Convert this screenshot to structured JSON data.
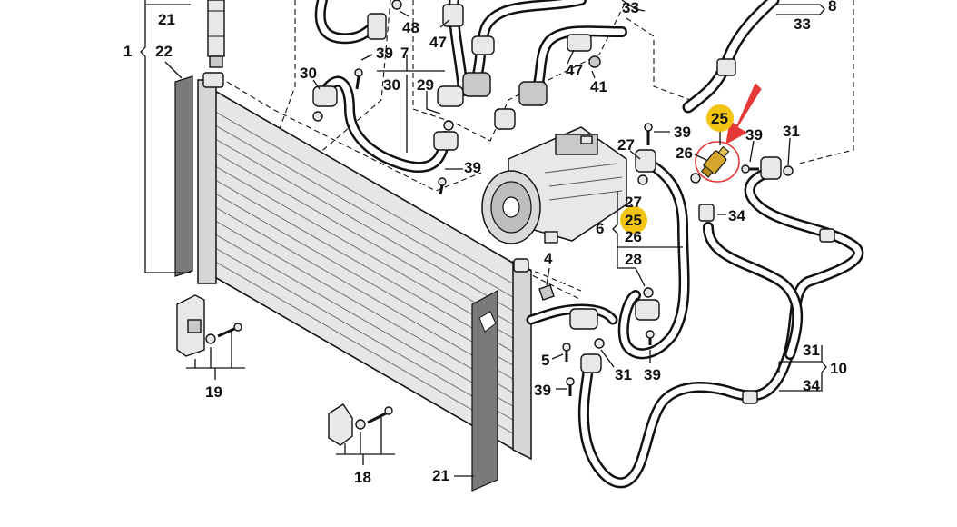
{
  "labels": {
    "l1": "1",
    "l4": "4",
    "l5": "5",
    "l6": "6",
    "l7": "7",
    "l8": "8",
    "l10": "10",
    "l18": "18",
    "l19": "19",
    "l21_top": "21",
    "l21_bottom": "21",
    "l22": "22",
    "l25_top": "25",
    "l25_mid": "25",
    "l26_top": "26",
    "l26_mid": "26",
    "l27_top": "27",
    "l27_mid": "27",
    "l28": "28",
    "l29": "29",
    "l30_left": "30",
    "l30_mid": "30",
    "l31_right": "31",
    "l31_lower": "31",
    "l31_bottom": "31",
    "l33_top": "33",
    "l33_right": "33",
    "l34_mid": "34",
    "l34_lower": "34",
    "l39_a": "39",
    "l39_b": "39",
    "l39_c": "39",
    "l39_d": "39",
    "l39_e": "39",
    "l39_f": "39",
    "l41": "41",
    "l47_a": "47",
    "l47_b": "47",
    "l48": "48"
  },
  "colors": {
    "highlight_badge": "#f2c515",
    "arrow": "#e53935",
    "circle": "#e53935",
    "sensor": "#d4a72c"
  }
}
